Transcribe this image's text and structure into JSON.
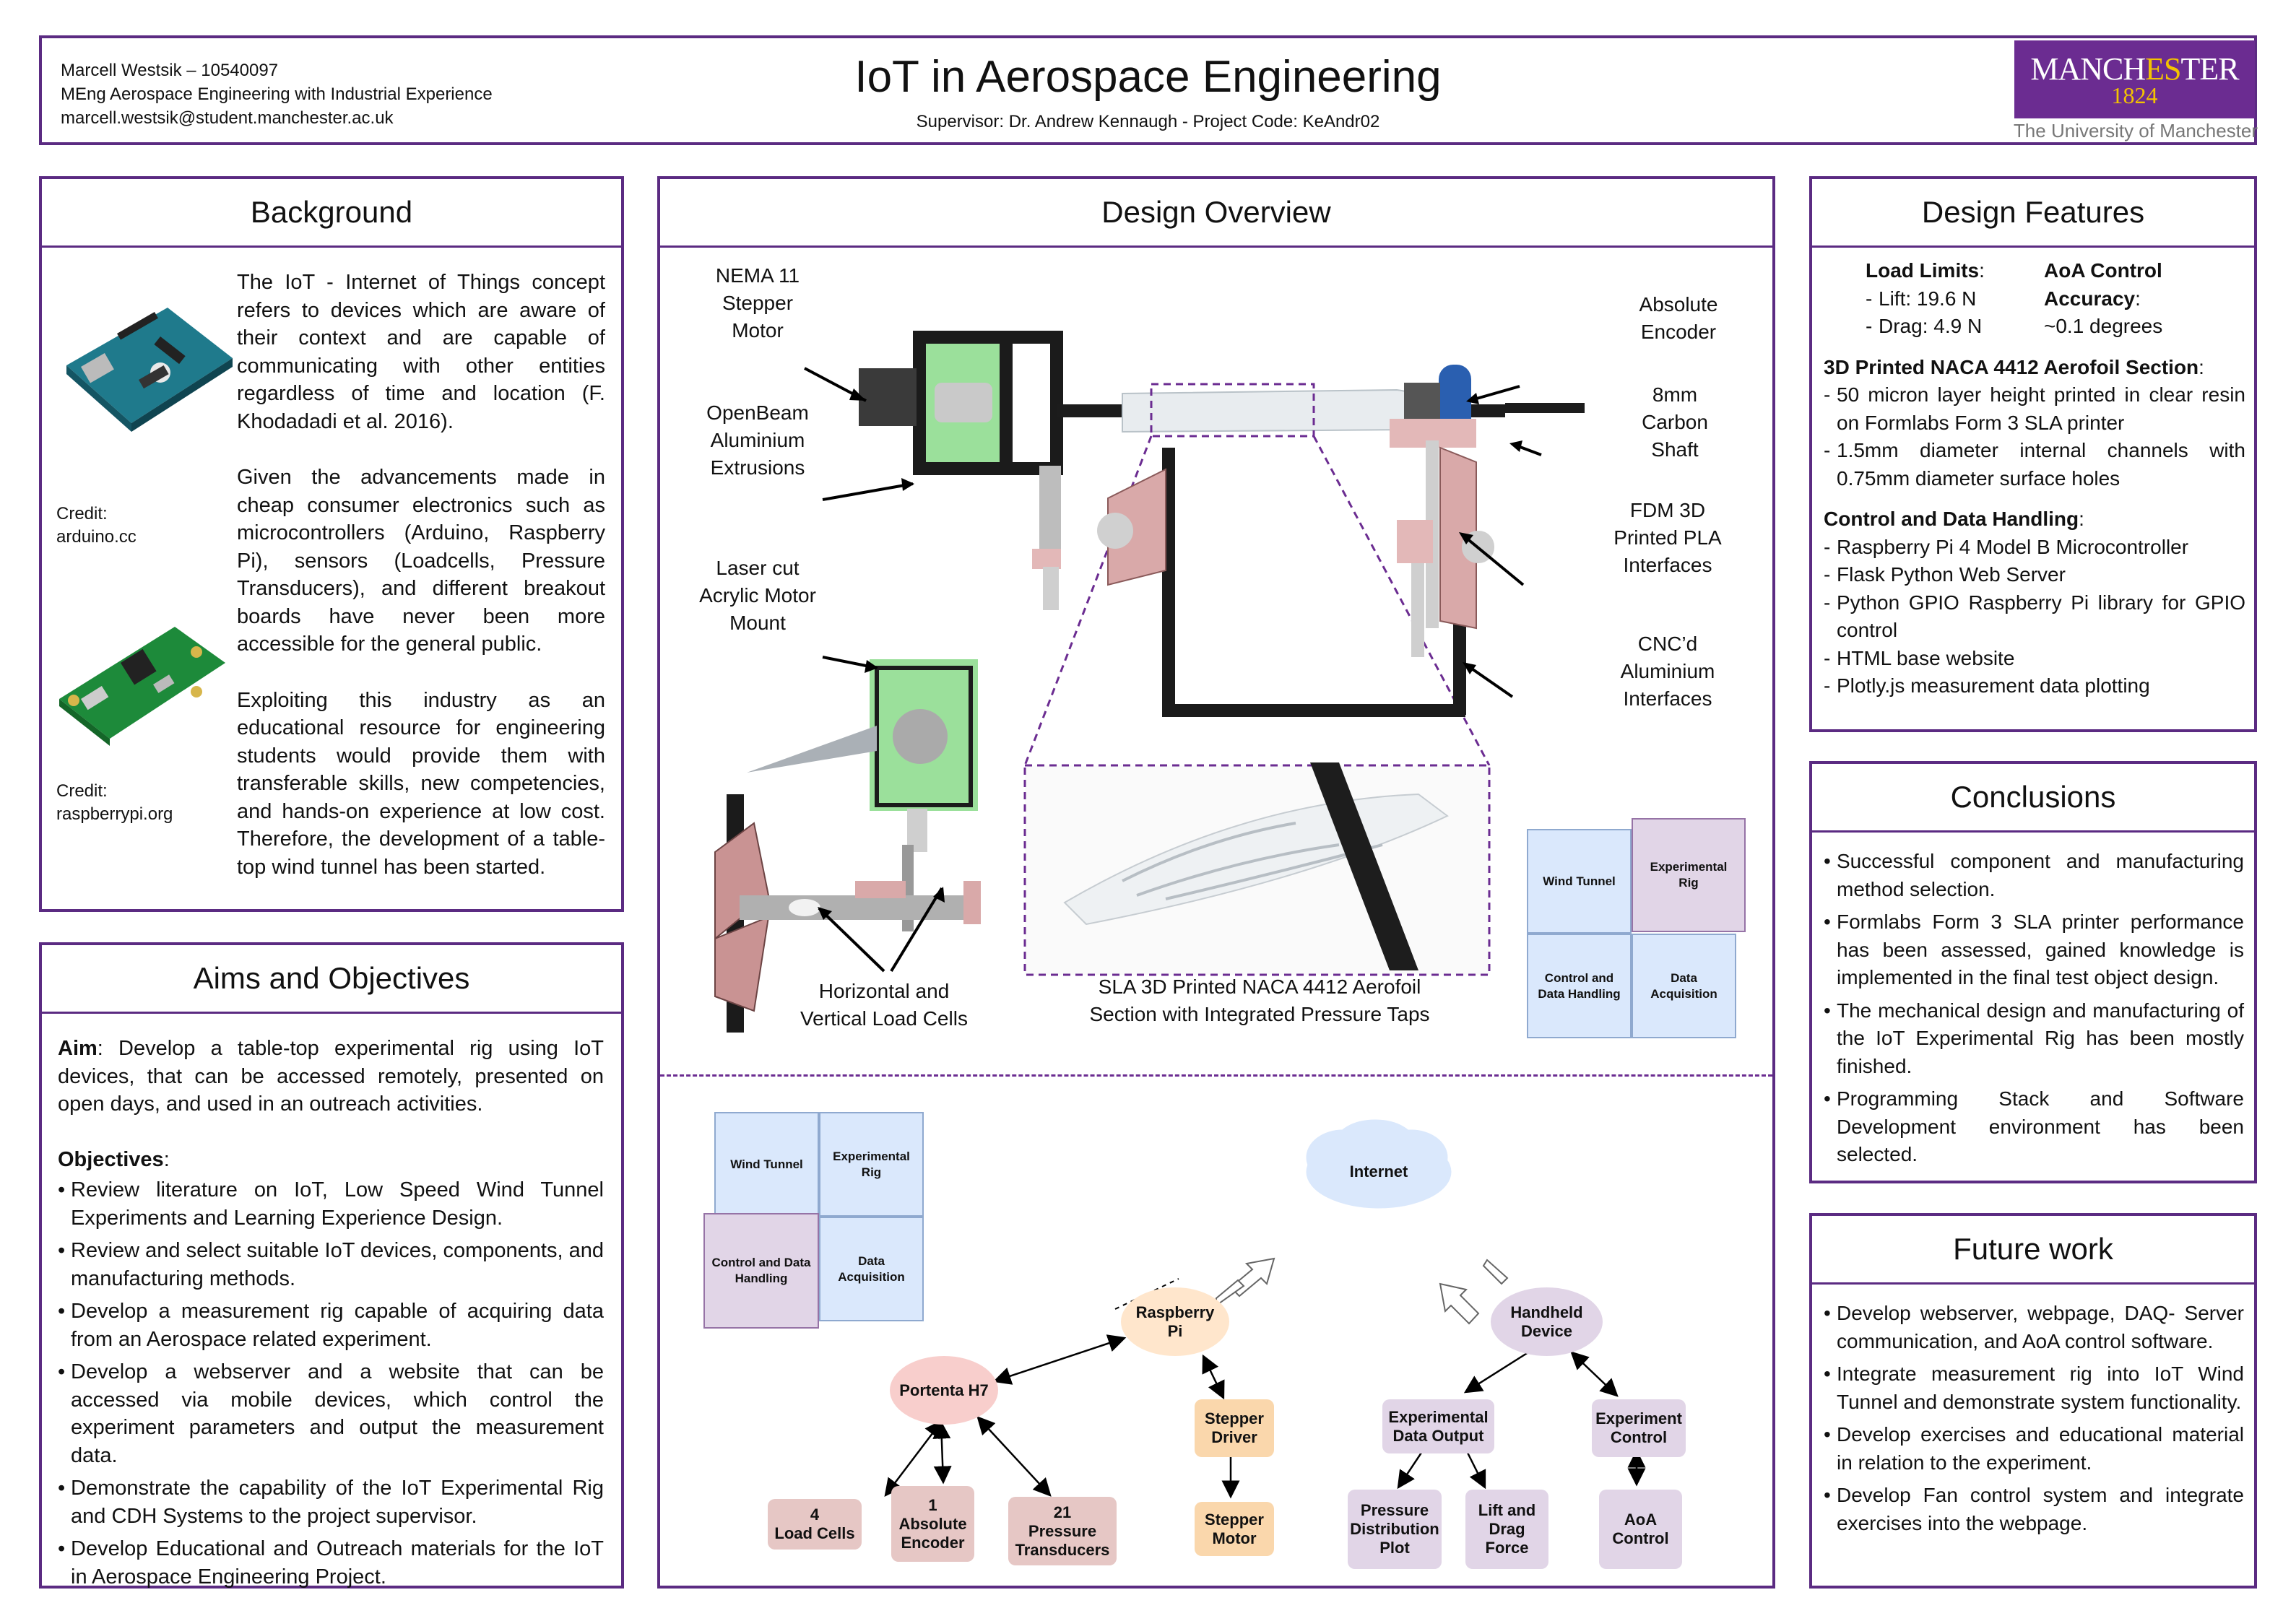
{
  "header": {
    "author_line": "Marcell Westsik – 10540097",
    "degree_line": "MEng Aerospace Engineering with Industrial Experience",
    "email_line": "marcell.westsik@student.manchester.ac.uk",
    "title": "IoT in Aerospace Engineering",
    "subtitle": "Supervisor: Dr. Andrew Kennaugh - Project Code: KeAndr02",
    "logo_main_a": "MANCH",
    "logo_main_b": "ES",
    "logo_main_c": "TER",
    "logo_year": "1824",
    "logo_sub": "The University of Manchester",
    "colors": {
      "purple": "#5b2b82",
      "logo_bg": "#6b2c91",
      "logo_gold": "#f3c300"
    }
  },
  "background": {
    "title": "Background",
    "p1": "The IoT - Internet of Things concept refers to devices which are aware of their context and are capable of communicating with other entities regardless of time and location (F. Khodadadi et al. 2016).",
    "p2": "Given the advancements made in cheap consumer electronics such as microcontrollers (Arduino, Raspberry Pi), sensors (Loadcells, Pressure Transducers), and different breakout boards have never been more accessible for the general public.",
    "p3": "Exploiting this industry as an educational resource for engineering students would provide them with transferable skills, new competencies, and hands-on experience at low cost. Therefore, the development of a table-top wind tunnel has been started.",
    "credit1_label": "Credit:",
    "credit1_src": "arduino.cc",
    "credit2_label": "Credit:",
    "credit2_src": "raspberrypi.org"
  },
  "aims": {
    "title": "Aims and Objectives",
    "aim_label": "Aim",
    "aim_text": ": Develop a table-top experimental rig using IoT devices, that can be accessed remotely, presented on open days, and used in an outreach activities.",
    "objectives_label": "Objectives",
    "objectives": [
      "Review literature on IoT, Low Speed Wind Tunnel Experiments and Learning Experience Design.",
      "Review and select suitable IoT devices, components, and manufacturing methods.",
      "Develop a measurement rig capable of acquiring data from an Aerospace related experiment.",
      "Develop a webserver and a website that can be accessed via mobile devices, which control the experiment parameters and output the measurement data.",
      "Demonstrate the capability of the IoT Experimental Rig and CDH Systems to the project supervisor.",
      "Develop Educational and Outreach materials for the IoT in Aerospace Engineering Project."
    ]
  },
  "overview": {
    "title": "Design Overview",
    "labels": {
      "nema": "NEMA 11\nStepper\nMotor",
      "openbeam": "OpenBeam\nAluminium\nExtrusions",
      "acrylic": "Laser cut\nAcrylic Motor\nMount",
      "loadcells": "Horizontal and\nVertical Load Cells",
      "encoder": "Absolute\nEncoder",
      "shaft": "8mm\nCarbon\nShaft",
      "fdm": "FDM 3D\nPrinted PLA\nInterfaces",
      "cnc": "CNC’d\nAluminium\nInterfaces",
      "sla": "SLA 3D Printed NACA 4412 Aerofoil\nSection with Integrated Pressure Taps"
    },
    "quad_small": {
      "wind_tunnel": "Wind Tunnel",
      "experimental_rig": "Experimental\nRig",
      "control": "Control and\nData Handling",
      "daq": "Data\nAcquisition"
    },
    "quad_large": {
      "wind_tunnel": "Wind Tunnel",
      "experimental_rig": "Experimental\nRig",
      "control": "Control and Data\nHandling",
      "daq": "Data\nAcquisition"
    },
    "network": {
      "internet": "Internet",
      "raspberry": "Raspberry\nPi",
      "handheld": "Handheld\nDevice",
      "portenta": "Portenta H7",
      "stepper_driver": "Stepper\nDriver",
      "stepper_motor": "Stepper\nMotor",
      "load_cells": "4\nLoad Cells",
      "abs_encoder": "1\nAbsolute\nEncoder",
      "pressure": "21\nPressure\nTransducers",
      "exp_output": "Experimental\nData Output",
      "exp_control": "Experiment\nControl",
      "pdp": "Pressure\nDistribution\nPlot",
      "lift_drag": "Lift and\nDrag\nForce",
      "aoa": "AoA\nControl"
    }
  },
  "features": {
    "title": "Design Features",
    "load_limits_label": "Load Limits",
    "load_limits": [
      "Lift: 19.6 N",
      "Drag: 4.9 N"
    ],
    "aoa_label": "AoA Control Accuracy",
    "aoa_value": "~0.1 degrees",
    "naca_label": "3D Printed NACA 4412 Aerofoil Section",
    "naca_items": [
      "50 micron layer height printed in clear resin on Formlabs Form 3 SLA printer",
      "1.5mm diameter internal channels with 0.75mm diameter surface holes"
    ],
    "cdh_label": "Control and Data Handling",
    "cdh_items": [
      "Raspberry Pi 4 Model B Microcontroller",
      "Flask Python Web Server",
      "Python GPIO Raspberry Pi library for GPIO control",
      "HTML base website",
      "Plotly.js measurement data plotting"
    ]
  },
  "conclusions": {
    "title": "Conclusions",
    "items": [
      "Successful component and manufacturing method selection.",
      "Formlabs Form 3 SLA printer performance has been assessed, gained knowledge is implemented in the final test object design.",
      "The mechanical design and manufacturing of the IoT Experimental Rig has been mostly finished.",
      "Programming Stack and Software Development environment has been selected."
    ]
  },
  "future": {
    "title": "Future work",
    "items": [
      "Develop webserver, webpage, DAQ- Server communication, and AoA control software.",
      "Integrate measurement rig into IoT Wind Tunnel and demonstrate system functionality.",
      "Develop exercises and educational material in relation to the experiment.",
      "Develop Fan control system and integrate exercises into the webpage."
    ]
  }
}
